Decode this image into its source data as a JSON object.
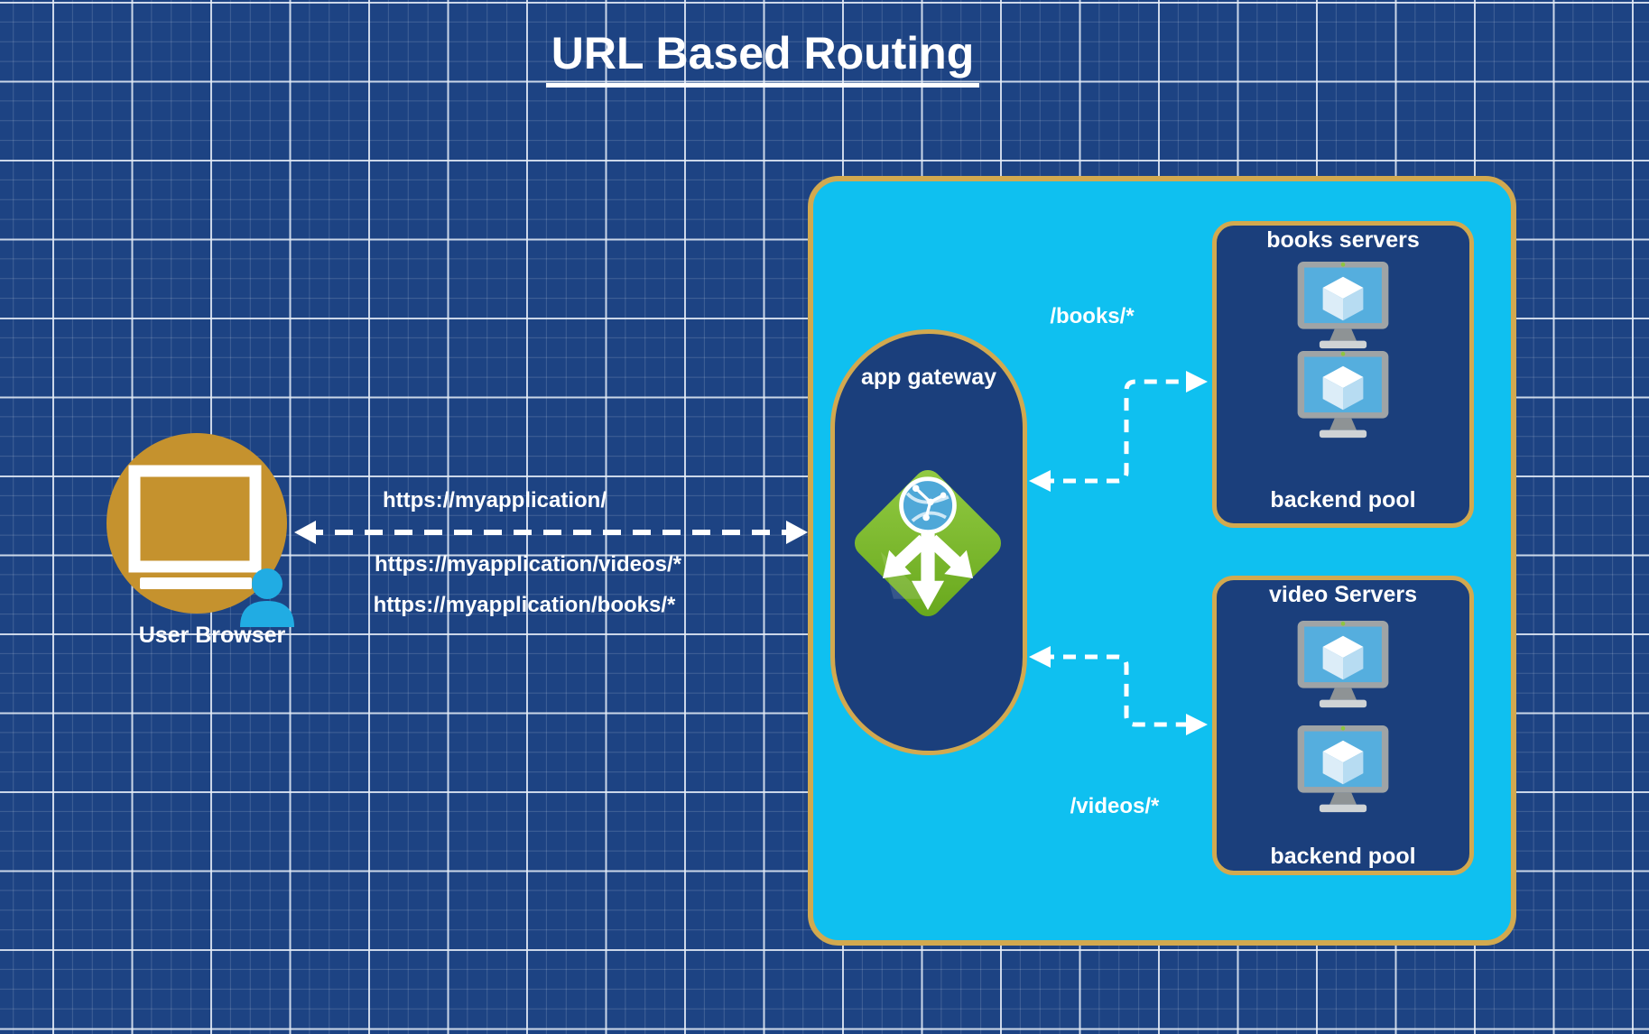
{
  "title": "URL Based Routing",
  "user_browser": {
    "label": "User Browser"
  },
  "request_arrow": {
    "urls": {
      "root": "https://myapplication/",
      "videos": "https://myapplication/videos/*",
      "books": "https://myapplication/books/*"
    }
  },
  "gateway": {
    "label": "app gateway"
  },
  "books_pool": {
    "title": "books servers",
    "caption": "backend pool",
    "route": "/books/*"
  },
  "videos_pool": {
    "title": "video Servers",
    "caption": "backend pool",
    "route": "/videos/*"
  },
  "icons": {
    "user": "user-browser-icon",
    "gateway": "application-gateway-icon",
    "server": "virtual-machine-icon",
    "globe": "globe-icon",
    "person": "person-icon"
  },
  "colors": {
    "bg": "#1d4383",
    "cyan": "#0fc0f0",
    "gold": "#d2a94f",
    "navy": "#1b3f7c",
    "user-gold": "#c5922e",
    "person": "#21ace3",
    "screen": "#55aede",
    "globe": "#4fa8d8",
    "white": "#ffffff"
  }
}
